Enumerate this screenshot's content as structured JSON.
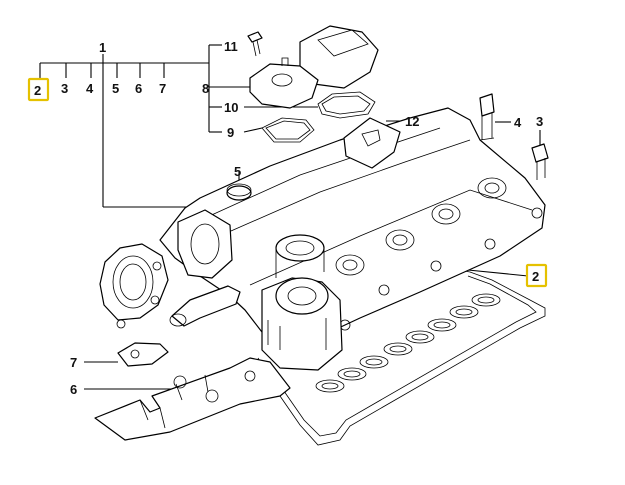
{
  "callouts": [
    {
      "id": "c1",
      "text": "1"
    },
    {
      "id": "c2a",
      "text": "2",
      "highlight": true
    },
    {
      "id": "c3a",
      "text": "3"
    },
    {
      "id": "c4a",
      "text": "4"
    },
    {
      "id": "c5a",
      "text": "5"
    },
    {
      "id": "c6a",
      "text": "6"
    },
    {
      "id": "c7a",
      "text": "7"
    },
    {
      "id": "c8",
      "text": "8"
    },
    {
      "id": "c11",
      "text": "11"
    },
    {
      "id": "c10",
      "text": "10"
    },
    {
      "id": "c9",
      "text": "9"
    },
    {
      "id": "c12",
      "text": "12"
    },
    {
      "id": "c4b",
      "text": "4"
    },
    {
      "id": "c3b",
      "text": "3"
    },
    {
      "id": "c5b",
      "text": "5"
    },
    {
      "id": "c2b",
      "text": "2",
      "highlight": true
    },
    {
      "id": "c7b",
      "text": "7"
    },
    {
      "id": "c6b",
      "text": "6"
    }
  ],
  "colors": {
    "highlight": "#e5c100",
    "line": "#000000"
  }
}
